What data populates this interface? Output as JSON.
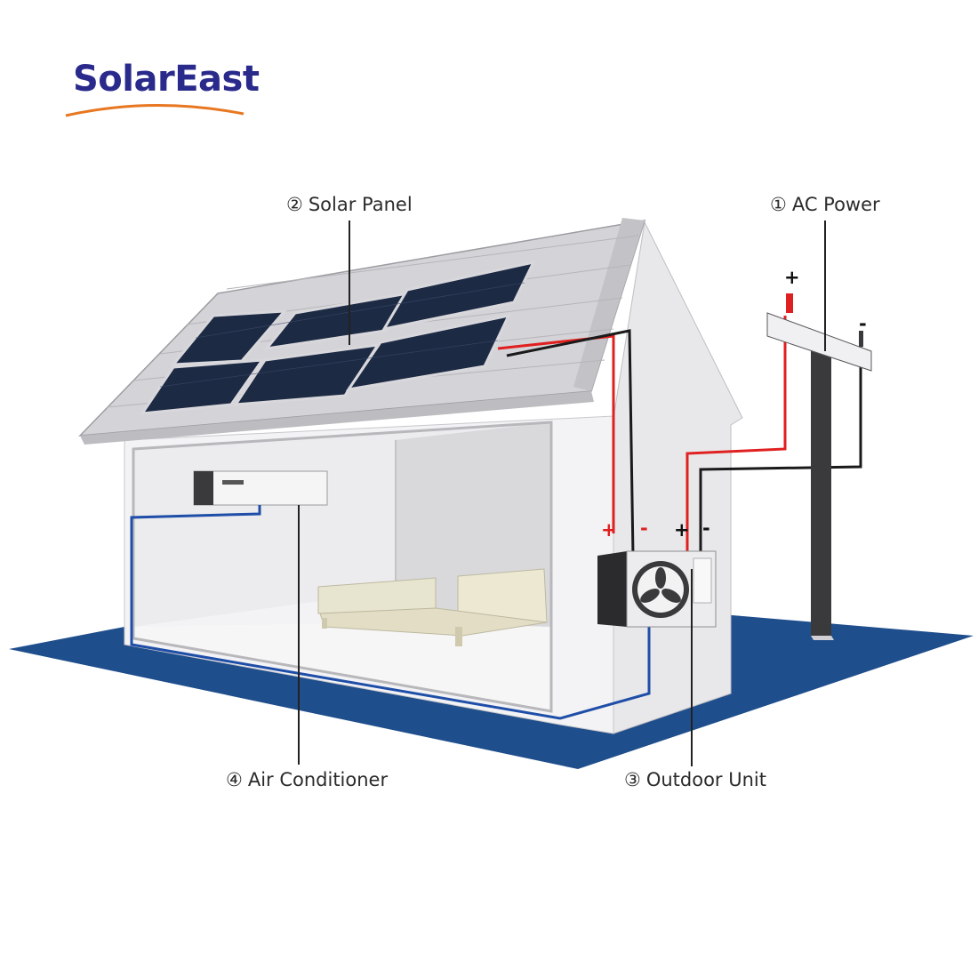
{
  "brand": {
    "name": "SolarEast",
    "text_color": "#2a2a8c",
    "swoosh_color": "#e87722"
  },
  "labels": {
    "ac_power": {
      "number": "①",
      "text": "AC Power"
    },
    "solar_panel": {
      "number": "②",
      "text": "Solar Panel"
    },
    "outdoor_unit": {
      "number": "③",
      "text": "Outdoor Unit"
    },
    "air_conditioner": {
      "number": "④",
      "text": "Air Conditioner"
    }
  },
  "polarity": {
    "plus": "+",
    "minus": "-"
  },
  "colors": {
    "ground": "#1f4e8c",
    "positive_wire": "#e02020",
    "negative_wire": "#1a1a1a",
    "ac_wire": "#1f4ea8",
    "panel": "#1d2a44"
  }
}
